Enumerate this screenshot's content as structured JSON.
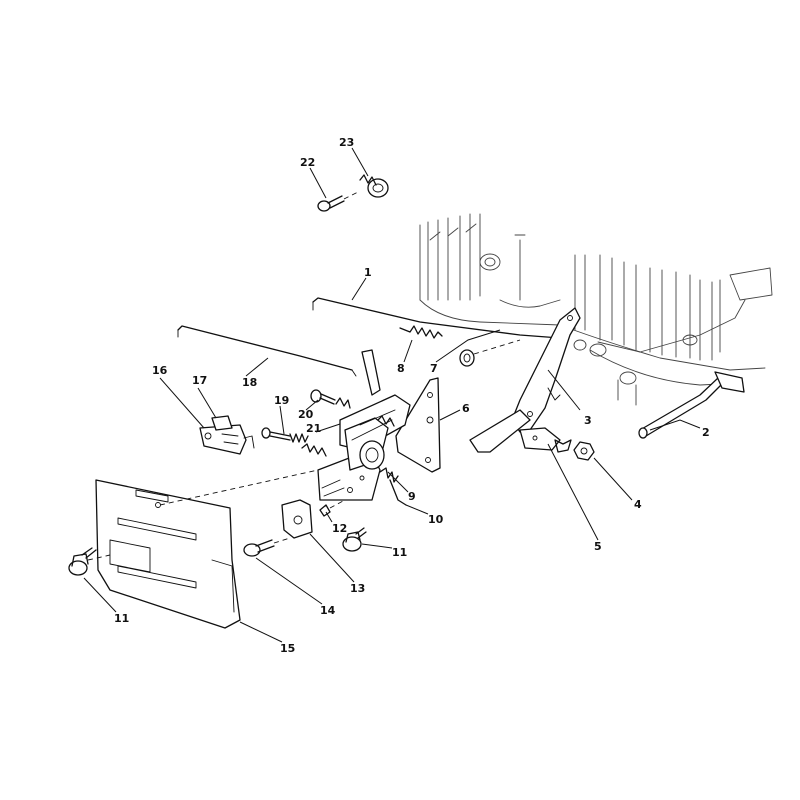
{
  "callouts": [
    {
      "id": "1",
      "label": "1"
    },
    {
      "id": "2",
      "label": "2"
    },
    {
      "id": "3",
      "label": "3"
    },
    {
      "id": "4",
      "label": "4"
    },
    {
      "id": "5",
      "label": "5"
    },
    {
      "id": "6",
      "label": "6"
    },
    {
      "id": "7",
      "label": "7"
    },
    {
      "id": "8",
      "label": "8"
    },
    {
      "id": "9",
      "label": "9"
    },
    {
      "id": "10",
      "label": "10"
    },
    {
      "id": "11a",
      "label": "11"
    },
    {
      "id": "11b",
      "label": "11"
    },
    {
      "id": "12",
      "label": "12"
    },
    {
      "id": "13",
      "label": "13"
    },
    {
      "id": "14",
      "label": "14"
    },
    {
      "id": "15",
      "label": "15"
    },
    {
      "id": "16",
      "label": "16"
    },
    {
      "id": "17",
      "label": "17"
    },
    {
      "id": "18",
      "label": "18"
    },
    {
      "id": "19",
      "label": "19"
    },
    {
      "id": "20",
      "label": "20"
    },
    {
      "id": "21",
      "label": "21"
    },
    {
      "id": "22",
      "label": "22"
    },
    {
      "id": "23",
      "label": "23"
    }
  ]
}
